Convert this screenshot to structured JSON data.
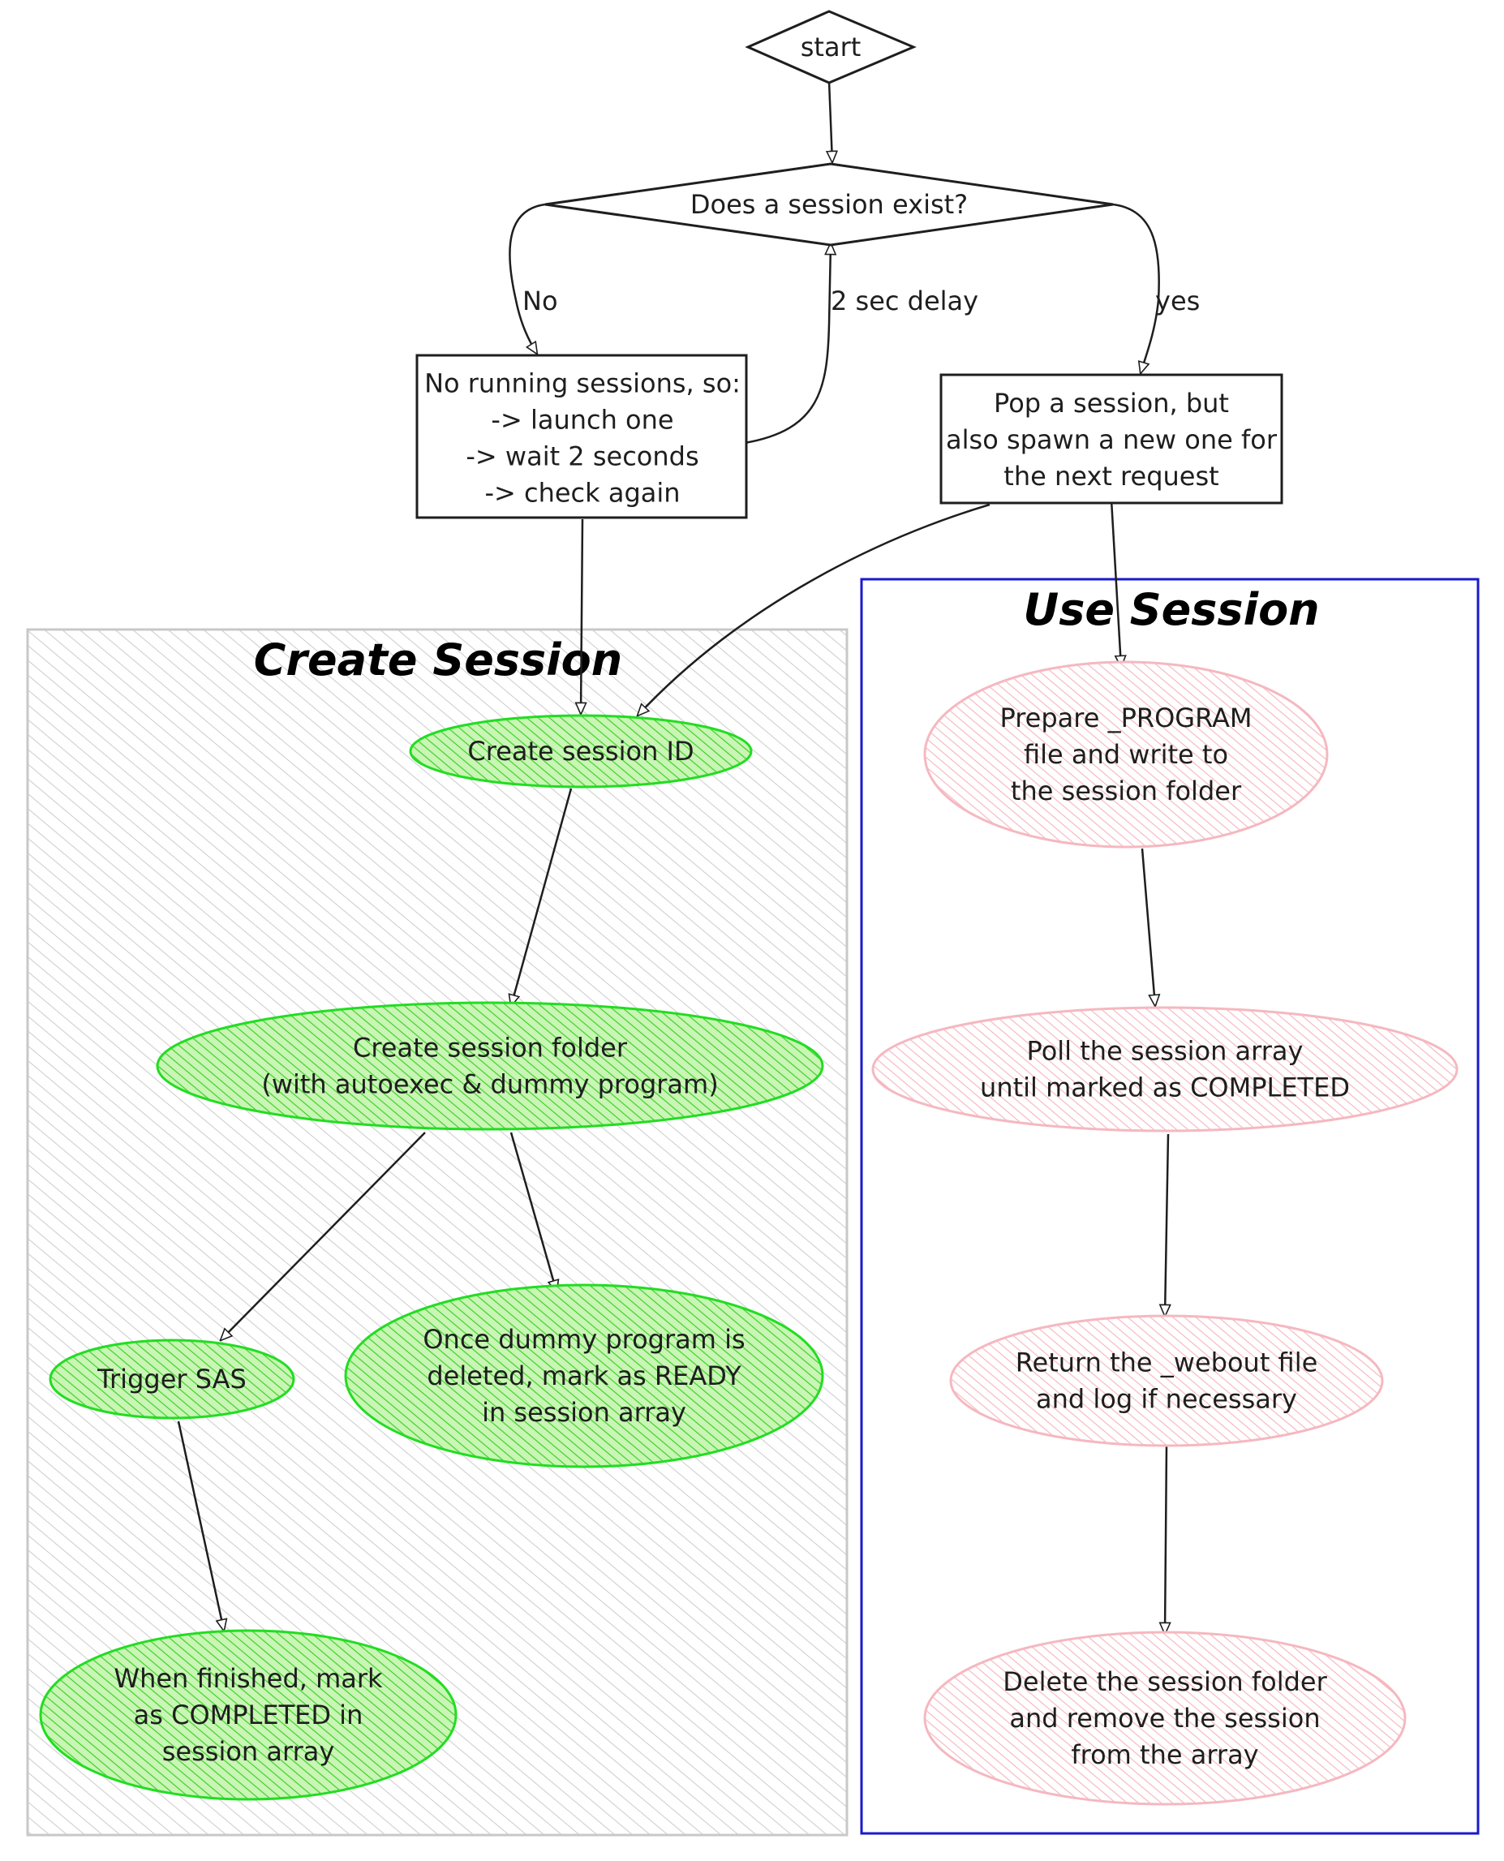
{
  "groups": {
    "create": {
      "title": "Create Session",
      "fill": "#e8e8e8",
      "stroke": "#c8c8c8"
    },
    "use": {
      "title": "Use Session",
      "stroke": "#1a1acc"
    }
  },
  "nodes": {
    "start": {
      "lines": [
        "start"
      ]
    },
    "session_exist": {
      "lines": [
        "Does a session exist?"
      ]
    },
    "no_running": {
      "lines": [
        "No running sessions, so:",
        "-> launch one",
        "-> wait 2 seconds",
        "-> check again"
      ]
    },
    "pop_session": {
      "lines": [
        "Pop a session, but",
        "also spawn a new one for",
        "the next request"
      ]
    },
    "create_id": {
      "lines": [
        "Create session ID"
      ]
    },
    "create_folder": {
      "lines": [
        "Create session folder",
        "(with autoexec & dummy program)"
      ]
    },
    "trigger_sas": {
      "lines": [
        "Trigger SAS"
      ]
    },
    "mark_ready": {
      "lines": [
        "Once dummy program is",
        "deleted, mark as READY",
        "in session array"
      ]
    },
    "mark_completed": {
      "lines": [
        "When finished, mark",
        "as COMPLETED in",
        "session array"
      ]
    },
    "prepare_program": {
      "lines": [
        "Prepare _PROGRAM",
        "file and write to",
        "the session folder"
      ]
    },
    "poll_array": {
      "lines": [
        "Poll the session array",
        "until marked as COMPLETED"
      ]
    },
    "return_webout": {
      "lines": [
        "Return the _webout file",
        "and log if necessary"
      ]
    },
    "delete_folder": {
      "lines": [
        "Delete the session folder",
        "and remove the session",
        "from the array"
      ]
    }
  },
  "edge_labels": {
    "no": "No",
    "yes": "yes",
    "delay": "2 sec delay"
  },
  "colors": {
    "green_fill": "#8ee86a",
    "green_stroke": "#22dd22",
    "pink_fill": "#fbd3d8",
    "pink_stroke": "#f5b8c0",
    "ink": "#1e1e1e"
  }
}
